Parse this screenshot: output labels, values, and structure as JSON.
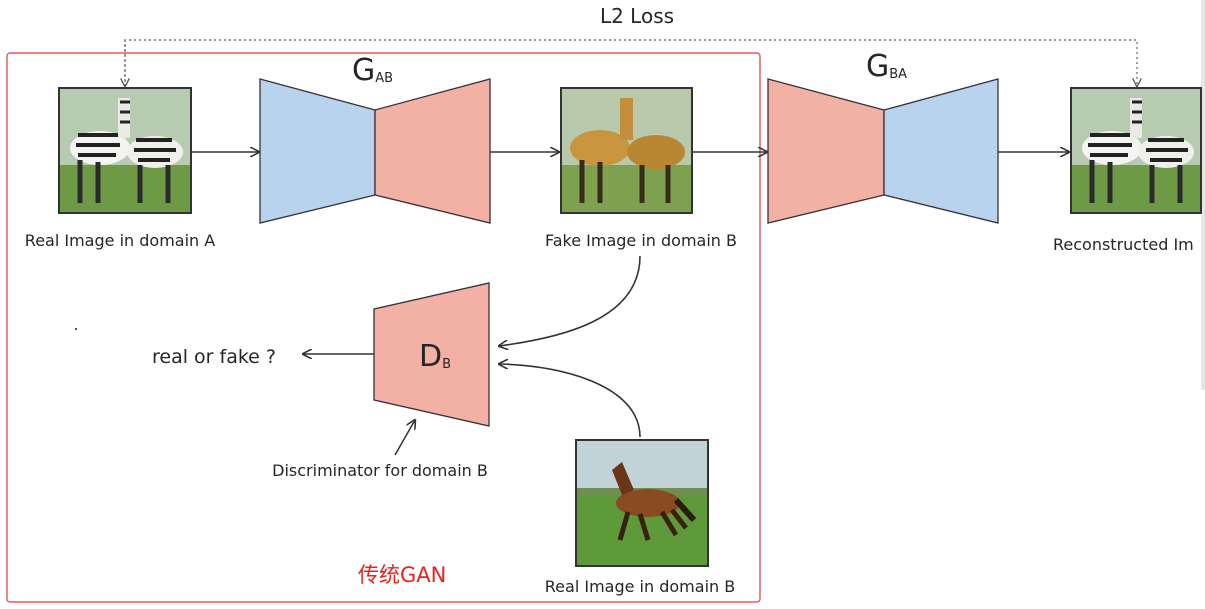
{
  "loss_label": "L2 Loss",
  "generator_ab": {
    "main": "G",
    "sub": "AB"
  },
  "generator_ba": {
    "main": "G",
    "sub": "BA"
  },
  "discriminator": {
    "main": "D",
    "sub": "B"
  },
  "labels": {
    "real_a": "Real Image in domain A",
    "fake_b": "Fake Image in domain B",
    "reconstructed": "Reconstructed Im",
    "real_or_fake": "real or fake ?",
    "discriminator_caption": "Discriminator for domain B",
    "real_b": "Real Image in domain B"
  },
  "box_caption": "传统GAN",
  "colors": {
    "encoder_blue": "#b9d3ef",
    "decoder_pink": "#f3b1a6",
    "box_red": "#e03a3a",
    "caption_red": "#e8231c",
    "grass": "#6f9a45",
    "sky": "#b7cbb0"
  }
}
